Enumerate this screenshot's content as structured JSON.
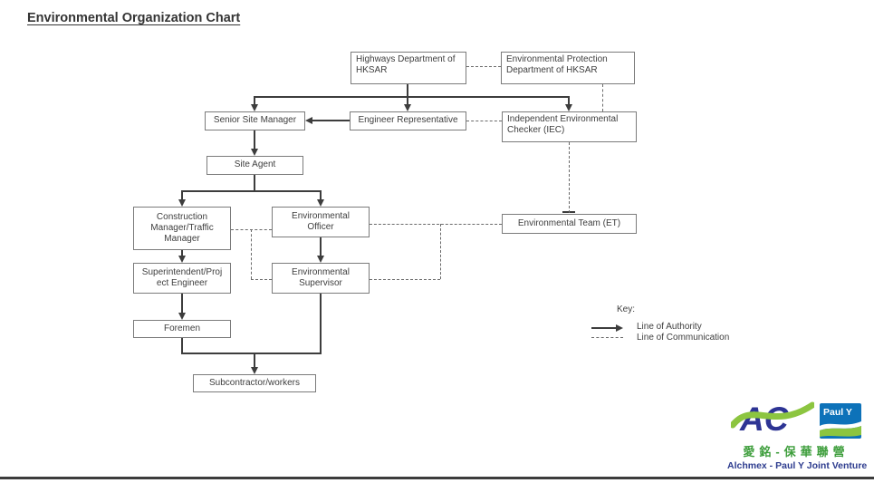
{
  "title": "Environmental Organization Chart",
  "nodes": {
    "highways": {
      "label": "Highways Department of\nHKSAR"
    },
    "epd": {
      "label": "Environmental Protection\nDepartment of HKSAR"
    },
    "senior_site_mgr": {
      "label": "Senior Site Manager"
    },
    "engineer_rep": {
      "label": "Engineer Representative"
    },
    "iec": {
      "label": "Independent  Environmental\nChecker (IEC)"
    },
    "site_agent": {
      "label": "Site Agent"
    },
    "construction_mgr": {
      "label": "Construction\nManager/Traffic\nManager"
    },
    "env_officer": {
      "label": "Environmental\nOfficer"
    },
    "env_team": {
      "label": "Environmental Team (ET)"
    },
    "superintendent": {
      "label": "Superintendent/Proj\nect Engineer"
    },
    "env_supervisor": {
      "label": "Environmental\nSupervisor"
    },
    "foremen": {
      "label": "Foremen"
    },
    "subcontractor": {
      "label": "Subcontractor/workers"
    }
  },
  "key": {
    "heading": "Key:",
    "authority": "Line of Authority",
    "communication": "Line of Communication"
  },
  "logo": {
    "aic_letters": "AC",
    "pauly_label": "Paul Y",
    "chinese_name": "愛銘-保華聯營",
    "english_name": "Alchmex - Paul Y Joint Venture"
  },
  "colors": {
    "authority_line": "#3d3d3d",
    "communication_line": "#6a6a6a",
    "box_border": "#7b7b7b",
    "logo_navy": "#2d3494",
    "logo_green": "#8cc540",
    "logo_blue": "#0d72b9",
    "chinese_green": "#3e9e3c"
  }
}
